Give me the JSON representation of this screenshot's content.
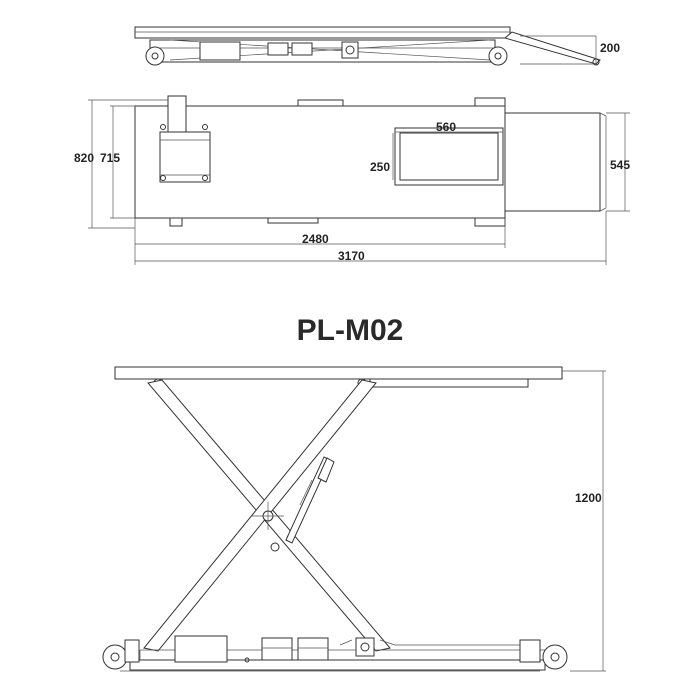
{
  "model": "PL-M02",
  "dimensions": {
    "ramp_height": "200",
    "width_outer": "820",
    "width_inner": "715",
    "cutout_length": "560",
    "cutout_width": "250",
    "ramp_width": "545",
    "platform_length": "2480",
    "overall_length": "3170",
    "max_height": "1200"
  }
}
